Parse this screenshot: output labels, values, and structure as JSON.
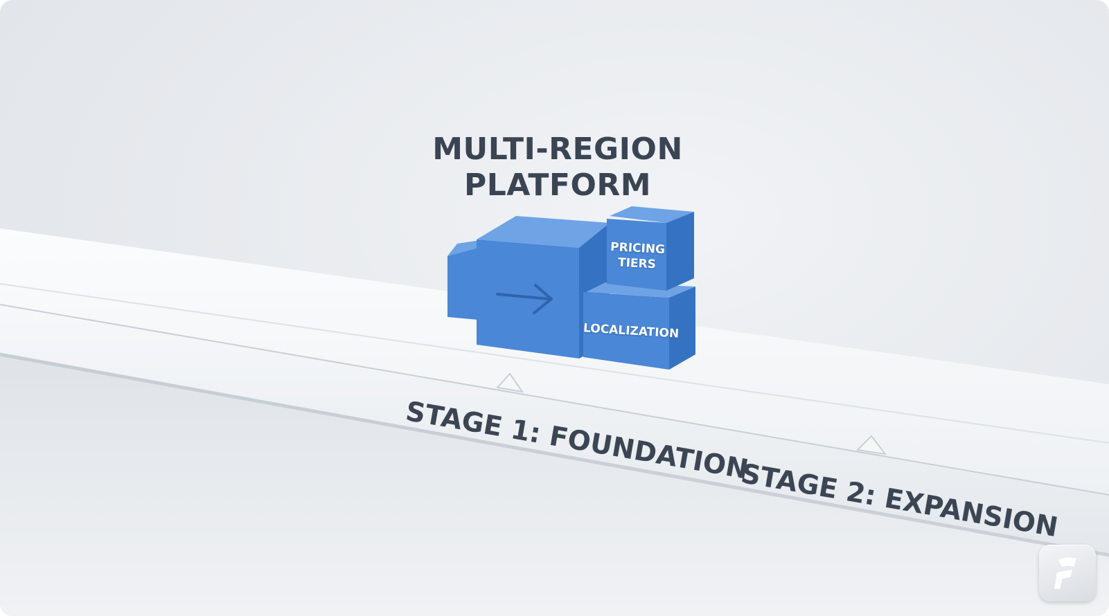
{
  "diagram": {
    "title_lines": [
      "MULTI-REGION",
      "PLATFORM"
    ],
    "blocks": [
      {
        "label": ""
      },
      {
        "label": "",
        "icon": "arrow-right-icon"
      },
      {
        "label_lines": [
          "PRICING",
          "TIERS"
        ]
      },
      {
        "label": "LOCALIZATION"
      }
    ],
    "stages": [
      {
        "label": "STAGE 1: FOUNDATION"
      },
      {
        "label": "STAGE 2: EXPANSION"
      }
    ]
  },
  "colors": {
    "cube_front": "#4a87d6",
    "cube_top": "#6ea3e6",
    "cube_side": "#3672c2",
    "rail": "#f5f7f9",
    "text": "#3a4452"
  },
  "logo": {
    "icon": "brand-logo-icon"
  }
}
